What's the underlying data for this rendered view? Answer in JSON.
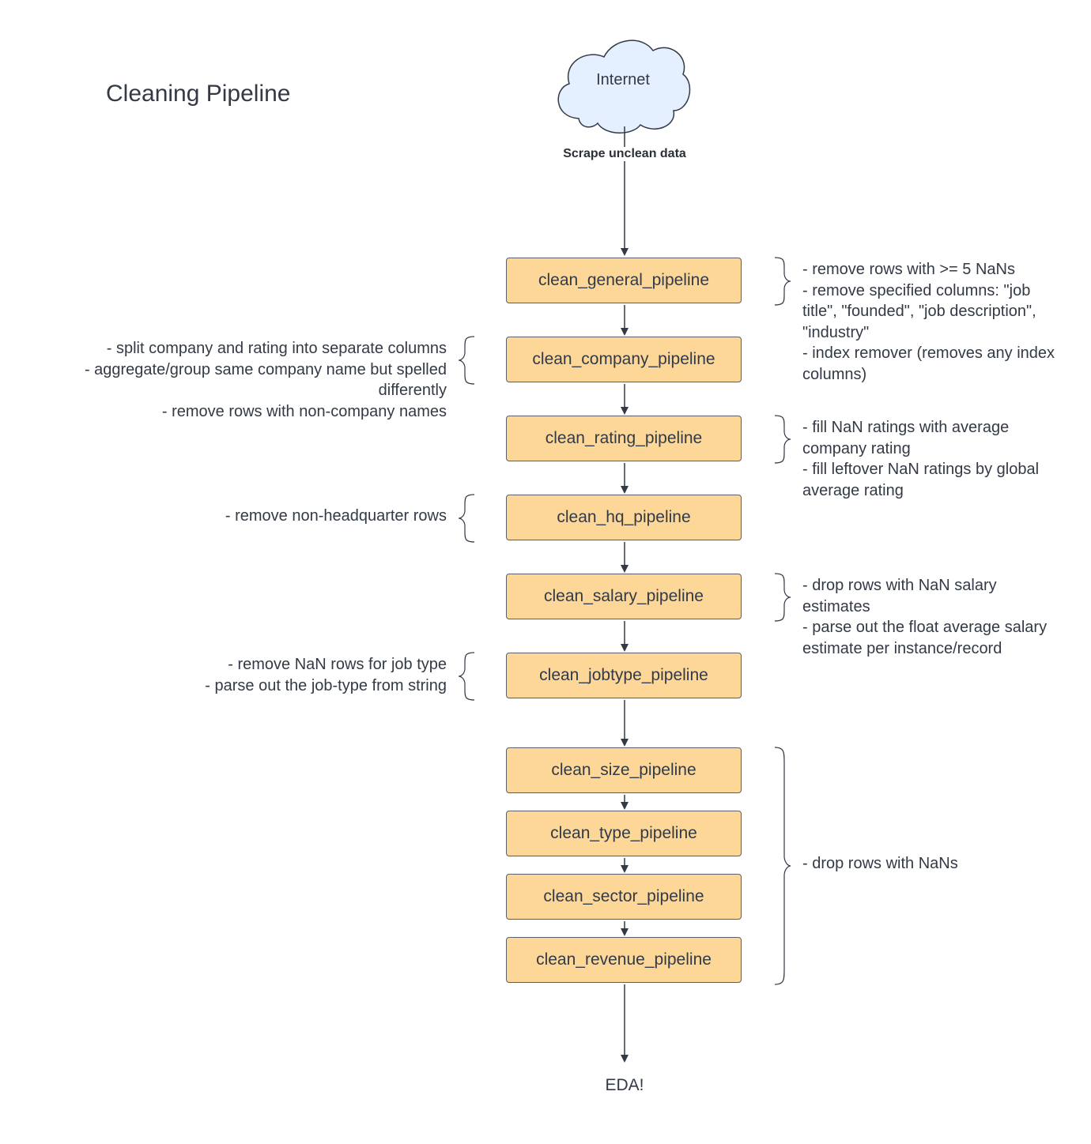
{
  "title": "Cleaning Pipeline",
  "source": {
    "label": "Internet",
    "edge_label": "Scrape unclean data"
  },
  "steps": [
    "clean_general_pipeline",
    "clean_company_pipeline",
    "clean_rating_pipeline",
    "clean_hq_pipeline",
    "clean_salary_pipeline",
    "clean_jobtype_pipeline",
    "clean_size_pipeline",
    "clean_type_pipeline",
    "clean_sector_pipeline",
    "clean_revenue_pipeline"
  ],
  "end_label": "EDA!",
  "notes": {
    "general": [
      "- remove rows with >= 5 NaNs",
      "- remove specified columns: \"job title\", \"founded\", \"job description\", \"industry\"",
      "- index remover (removes any index columns)"
    ],
    "company": [
      "- split company and rating into separate columns",
      "- aggregate/group same company name but spelled differently",
      "- remove rows with non-company names"
    ],
    "rating": [
      "- fill NaN ratings with average company rating",
      "- fill leftover NaN ratings by global average rating"
    ],
    "hq": [
      "- remove non-headquarter rows"
    ],
    "salary": [
      "- drop rows with NaN salary estimates",
      "- parse out the float average salary estimate per instance/record"
    ],
    "jobtype": [
      "- remove NaN rows for job type",
      "- parse out the job-type from string"
    ],
    "group": [
      "- drop rows with NaNs"
    ]
  },
  "colors": {
    "box_fill": "#fdd798",
    "cloud_fill": "#e4efff",
    "stroke": "#333a45"
  }
}
